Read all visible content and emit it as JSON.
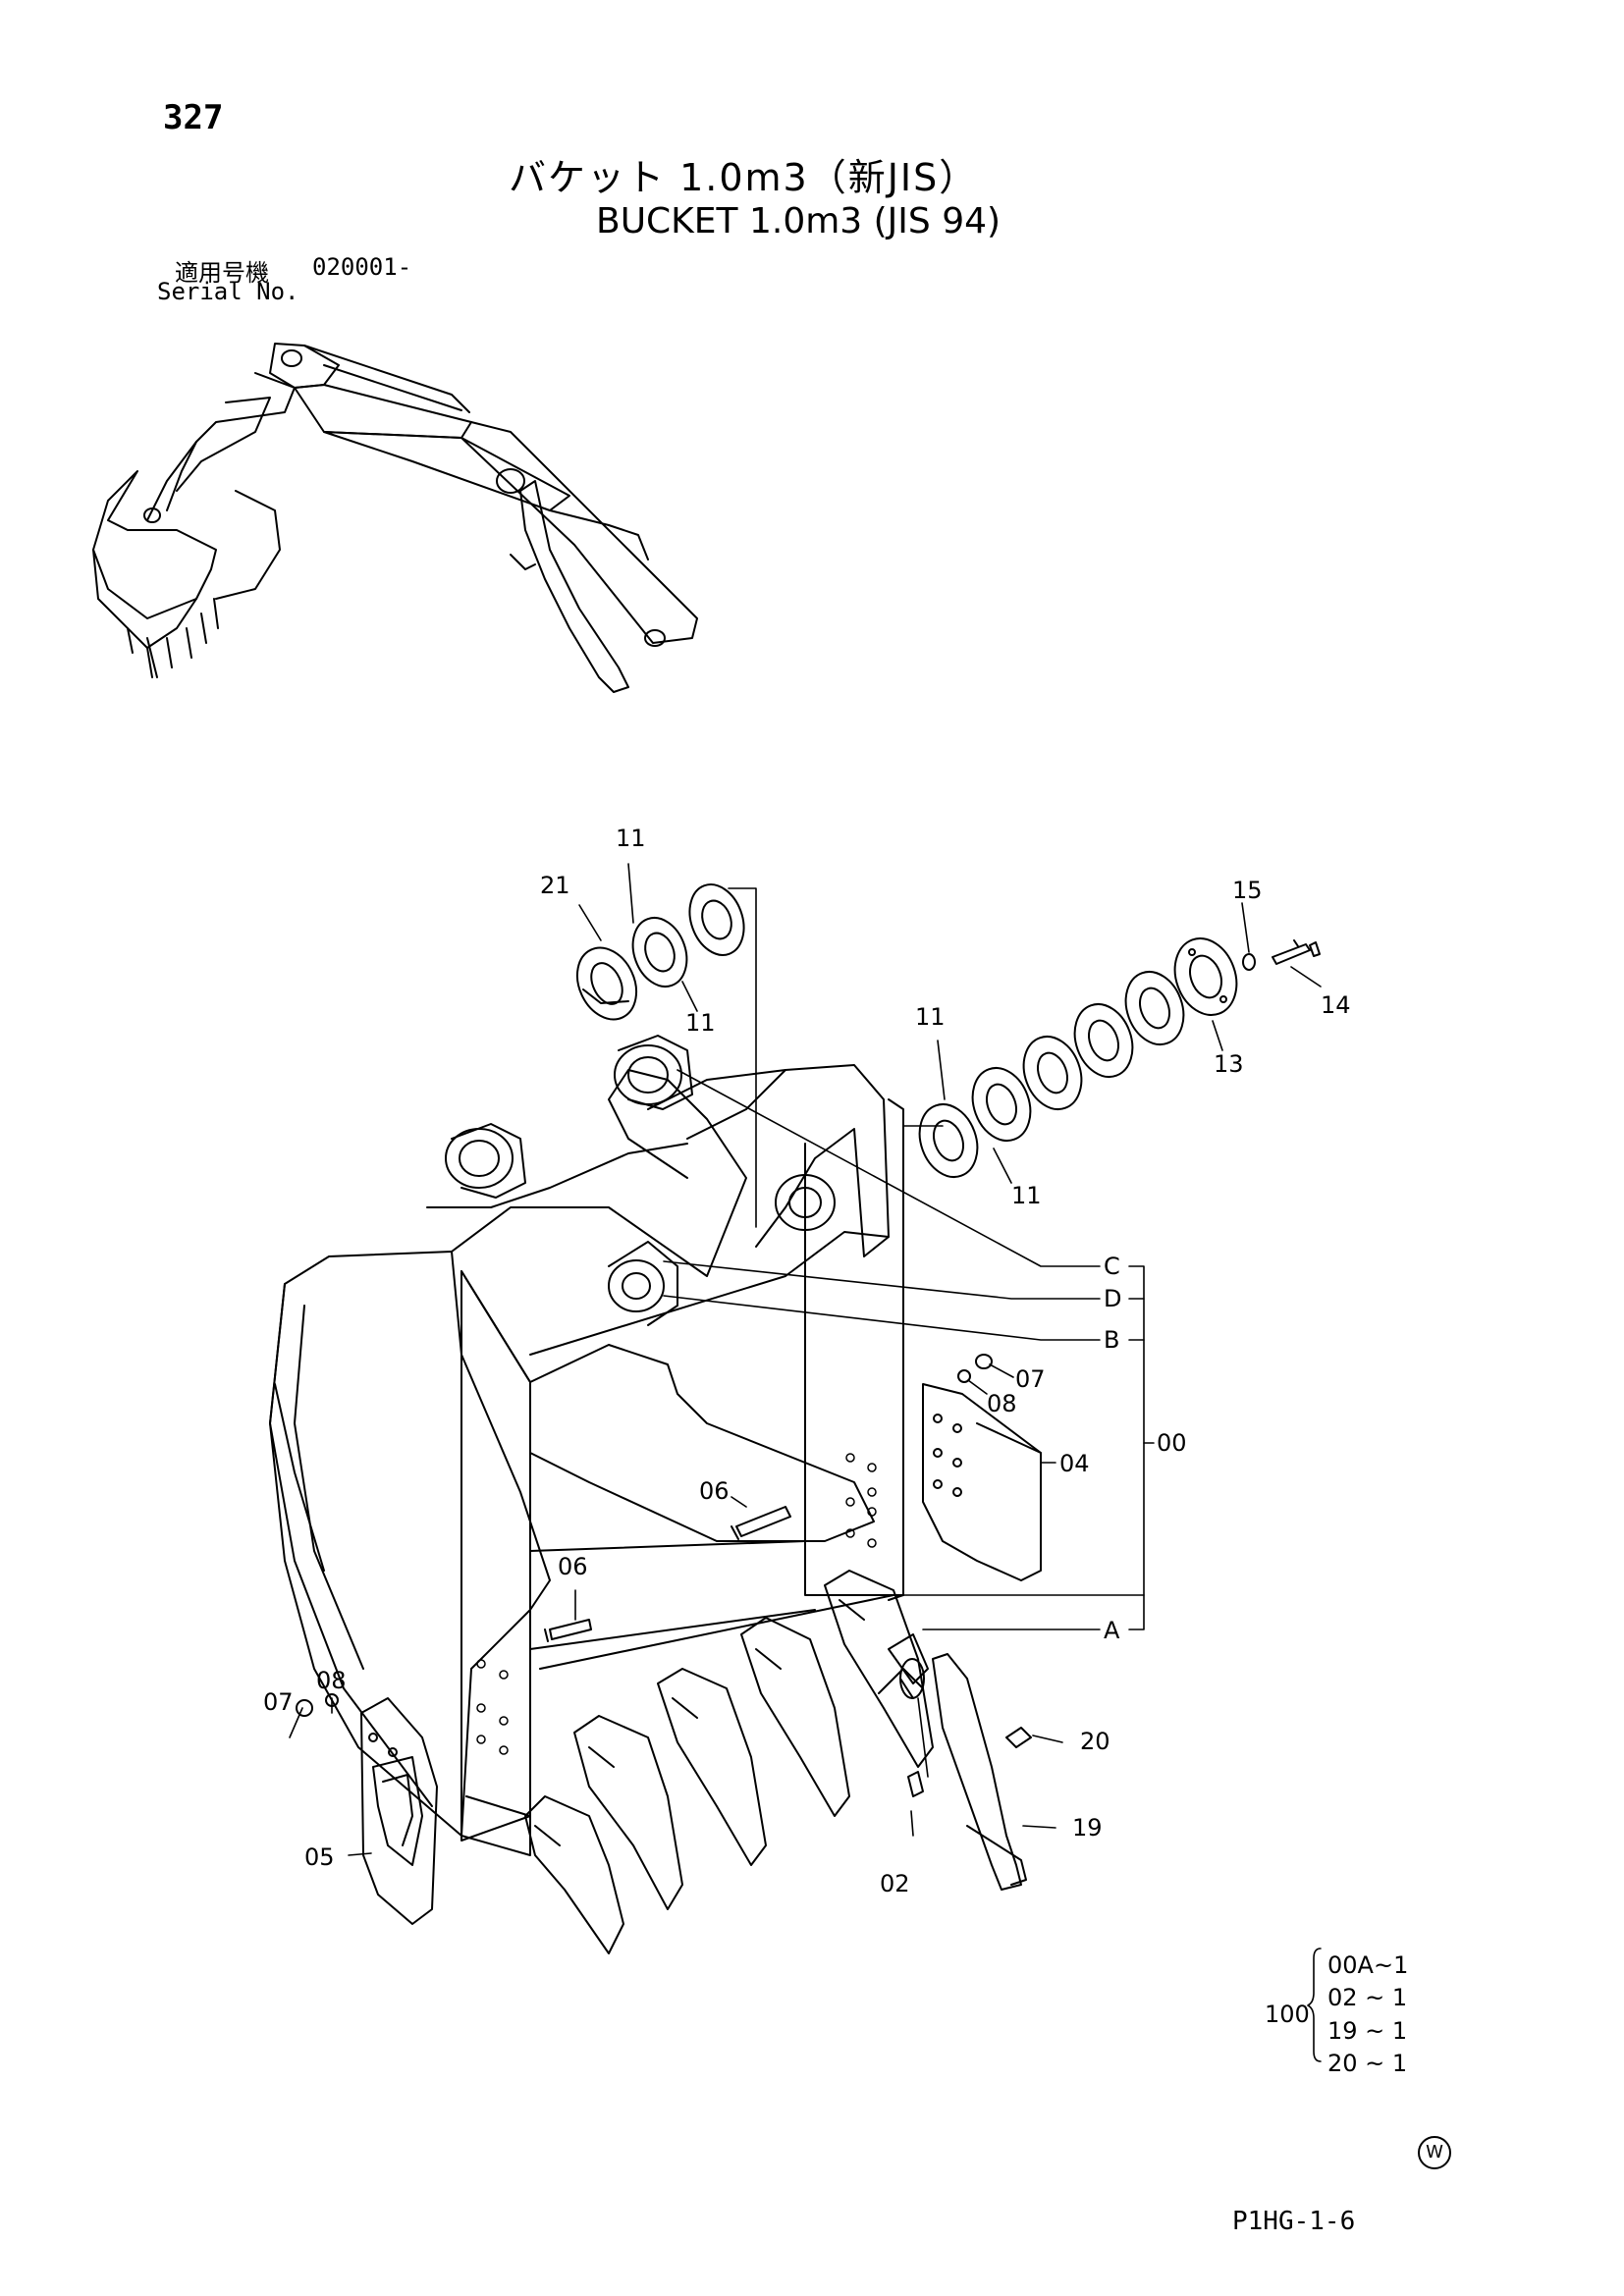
{
  "header": {
    "page_number": "327",
    "title_jp": "バケット 1.0m3（新JIS）",
    "title_en": "BUCKET 1.0m3 (JIS 94)",
    "serial_label_jp": "適用号機",
    "serial_value": "020001-",
    "serial_label_en": "Serial No."
  },
  "callouts": {
    "p11a": "11",
    "p21": "21",
    "p11b": "11",
    "p15": "15",
    "p14": "14",
    "p11c": "11",
    "p13": "13",
    "p11d": "11",
    "pC": "C",
    "pD": "D",
    "pB": "B",
    "p07a": "07",
    "p08a": "08",
    "p04": "04",
    "p00": "00",
    "p06a": "06",
    "p06b": "06",
    "pA": "A",
    "p08b": "08",
    "p07b": "07",
    "p20": "20",
    "p05": "05",
    "p19": "19",
    "p02": "02"
  },
  "kit": {
    "number": "100",
    "lines": [
      "00A~1",
      "02 ~ 1",
      "19 ~ 1",
      "20 ~ 1"
    ]
  },
  "footer": {
    "w_mark": "W",
    "figure_code": "P1HG-1-6"
  }
}
